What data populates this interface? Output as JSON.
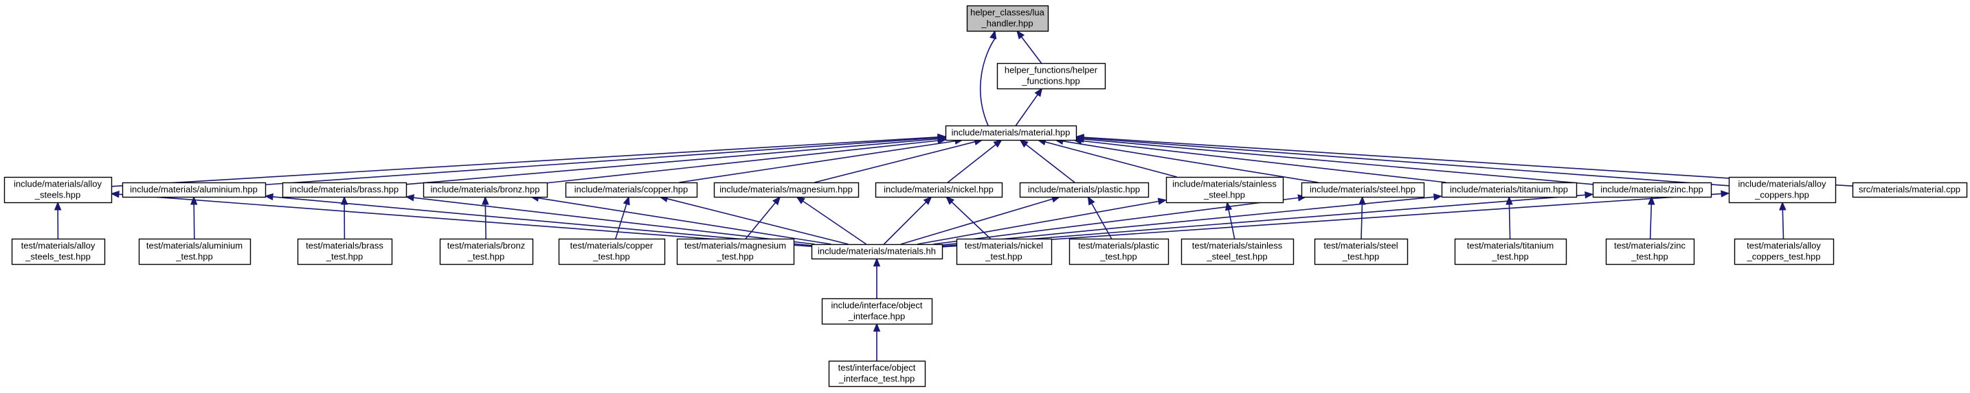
{
  "colors": {
    "edge": "#191970",
    "focus_fill": "#bfbfbf",
    "node_fill": "#ffffff",
    "border": "#000000"
  },
  "nodes": {
    "lua_handler": {
      "lines": [
        "helper_classes/lua",
        "_handler.hpp"
      ],
      "highlight": true
    },
    "helper_functions": {
      "lines": [
        "helper_functions/helper",
        "_functions.hpp"
      ]
    },
    "material_hpp": {
      "lines": [
        "include/materials/material.hpp"
      ]
    },
    "alloy_steels": {
      "lines": [
        "include/materials/alloy",
        "_steels.hpp"
      ]
    },
    "aluminium": {
      "lines": [
        "include/materials/aluminium.hpp"
      ]
    },
    "brass": {
      "lines": [
        "include/materials/brass.hpp"
      ]
    },
    "bronz": {
      "lines": [
        "include/materials/bronz.hpp"
      ]
    },
    "copper": {
      "lines": [
        "include/materials/copper.hpp"
      ]
    },
    "magnesium": {
      "lines": [
        "include/materials/magnesium.hpp"
      ]
    },
    "nickel": {
      "lines": [
        "include/materials/nickel.hpp"
      ]
    },
    "plastic": {
      "lines": [
        "include/materials/plastic.hpp"
      ]
    },
    "stainless_steel": {
      "lines": [
        "include/materials/stainless",
        "_steel.hpp"
      ]
    },
    "steel": {
      "lines": [
        "include/materials/steel.hpp"
      ]
    },
    "titanium": {
      "lines": [
        "include/materials/titanium.hpp"
      ]
    },
    "zinc": {
      "lines": [
        "include/materials/zinc.hpp"
      ]
    },
    "alloy_coppers": {
      "lines": [
        "include/materials/alloy",
        "_coppers.hpp"
      ]
    },
    "material_cpp": {
      "lines": [
        "src/materials/material.cpp"
      ]
    },
    "materials_hh": {
      "lines": [
        "include/materials/materials.hh"
      ]
    },
    "alloy_steels_test": {
      "lines": [
        "test/materials/alloy",
        "_steels_test.hpp"
      ]
    },
    "aluminium_test": {
      "lines": [
        "test/materials/aluminium",
        "_test.hpp"
      ]
    },
    "brass_test": {
      "lines": [
        "test/materials/brass",
        "_test.hpp"
      ]
    },
    "bronz_test": {
      "lines": [
        "test/materials/bronz",
        "_test.hpp"
      ]
    },
    "copper_test": {
      "lines": [
        "test/materials/copper",
        "_test.hpp"
      ]
    },
    "magnesium_test": {
      "lines": [
        "test/materials/magnesium",
        "_test.hpp"
      ]
    },
    "nickel_test": {
      "lines": [
        "test/materials/nickel",
        "_test.hpp"
      ]
    },
    "plastic_test": {
      "lines": [
        "test/materials/plastic",
        "_test.hpp"
      ]
    },
    "stainless_steel_test": {
      "lines": [
        "test/materials/stainless",
        "_steel_test.hpp"
      ]
    },
    "steel_test": {
      "lines": [
        "test/materials/steel",
        "_test.hpp"
      ]
    },
    "titanium_test": {
      "lines": [
        "test/materials/titanium",
        "_test.hpp"
      ]
    },
    "zinc_test": {
      "lines": [
        "test/materials/zinc",
        "_test.hpp"
      ]
    },
    "alloy_coppers_test": {
      "lines": [
        "test/materials/alloy",
        "_coppers_test.hpp"
      ]
    },
    "object_interface": {
      "lines": [
        "include/interface/object",
        "_interface.hpp"
      ]
    },
    "object_interface_test": {
      "lines": [
        "test/interface/object",
        "_interface_test.hpp"
      ]
    }
  },
  "edges": [
    [
      "helper_functions",
      "lua_handler"
    ],
    [
      "material_hpp",
      "lua_handler"
    ],
    [
      "material_hpp",
      "helper_functions"
    ],
    [
      "alloy_steels",
      "material_hpp"
    ],
    [
      "aluminium",
      "material_hpp"
    ],
    [
      "brass",
      "material_hpp"
    ],
    [
      "bronz",
      "material_hpp"
    ],
    [
      "copper",
      "material_hpp"
    ],
    [
      "magnesium",
      "material_hpp"
    ],
    [
      "nickel",
      "material_hpp"
    ],
    [
      "plastic",
      "material_hpp"
    ],
    [
      "stainless_steel",
      "material_hpp"
    ],
    [
      "steel",
      "material_hpp"
    ],
    [
      "titanium",
      "material_hpp"
    ],
    [
      "zinc",
      "material_hpp"
    ],
    [
      "alloy_coppers",
      "material_hpp"
    ],
    [
      "material_cpp",
      "material_hpp"
    ],
    [
      "materials_hh",
      "alloy_steels"
    ],
    [
      "materials_hh",
      "aluminium"
    ],
    [
      "materials_hh",
      "brass"
    ],
    [
      "materials_hh",
      "bronz"
    ],
    [
      "materials_hh",
      "copper"
    ],
    [
      "materials_hh",
      "magnesium"
    ],
    [
      "materials_hh",
      "nickel"
    ],
    [
      "materials_hh",
      "plastic"
    ],
    [
      "materials_hh",
      "stainless_steel"
    ],
    [
      "materials_hh",
      "steel"
    ],
    [
      "materials_hh",
      "titanium"
    ],
    [
      "materials_hh",
      "zinc"
    ],
    [
      "materials_hh",
      "alloy_coppers"
    ],
    [
      "alloy_steels_test",
      "alloy_steels"
    ],
    [
      "aluminium_test",
      "aluminium"
    ],
    [
      "brass_test",
      "brass"
    ],
    [
      "bronz_test",
      "bronz"
    ],
    [
      "copper_test",
      "copper"
    ],
    [
      "magnesium_test",
      "magnesium"
    ],
    [
      "nickel_test",
      "nickel"
    ],
    [
      "plastic_test",
      "plastic"
    ],
    [
      "stainless_steel_test",
      "stainless_steel"
    ],
    [
      "steel_test",
      "steel"
    ],
    [
      "titanium_test",
      "titanium"
    ],
    [
      "zinc_test",
      "zinc"
    ],
    [
      "alloy_coppers_test",
      "alloy_coppers"
    ],
    [
      "object_interface",
      "materials_hh"
    ],
    [
      "object_interface_test",
      "object_interface"
    ]
  ]
}
